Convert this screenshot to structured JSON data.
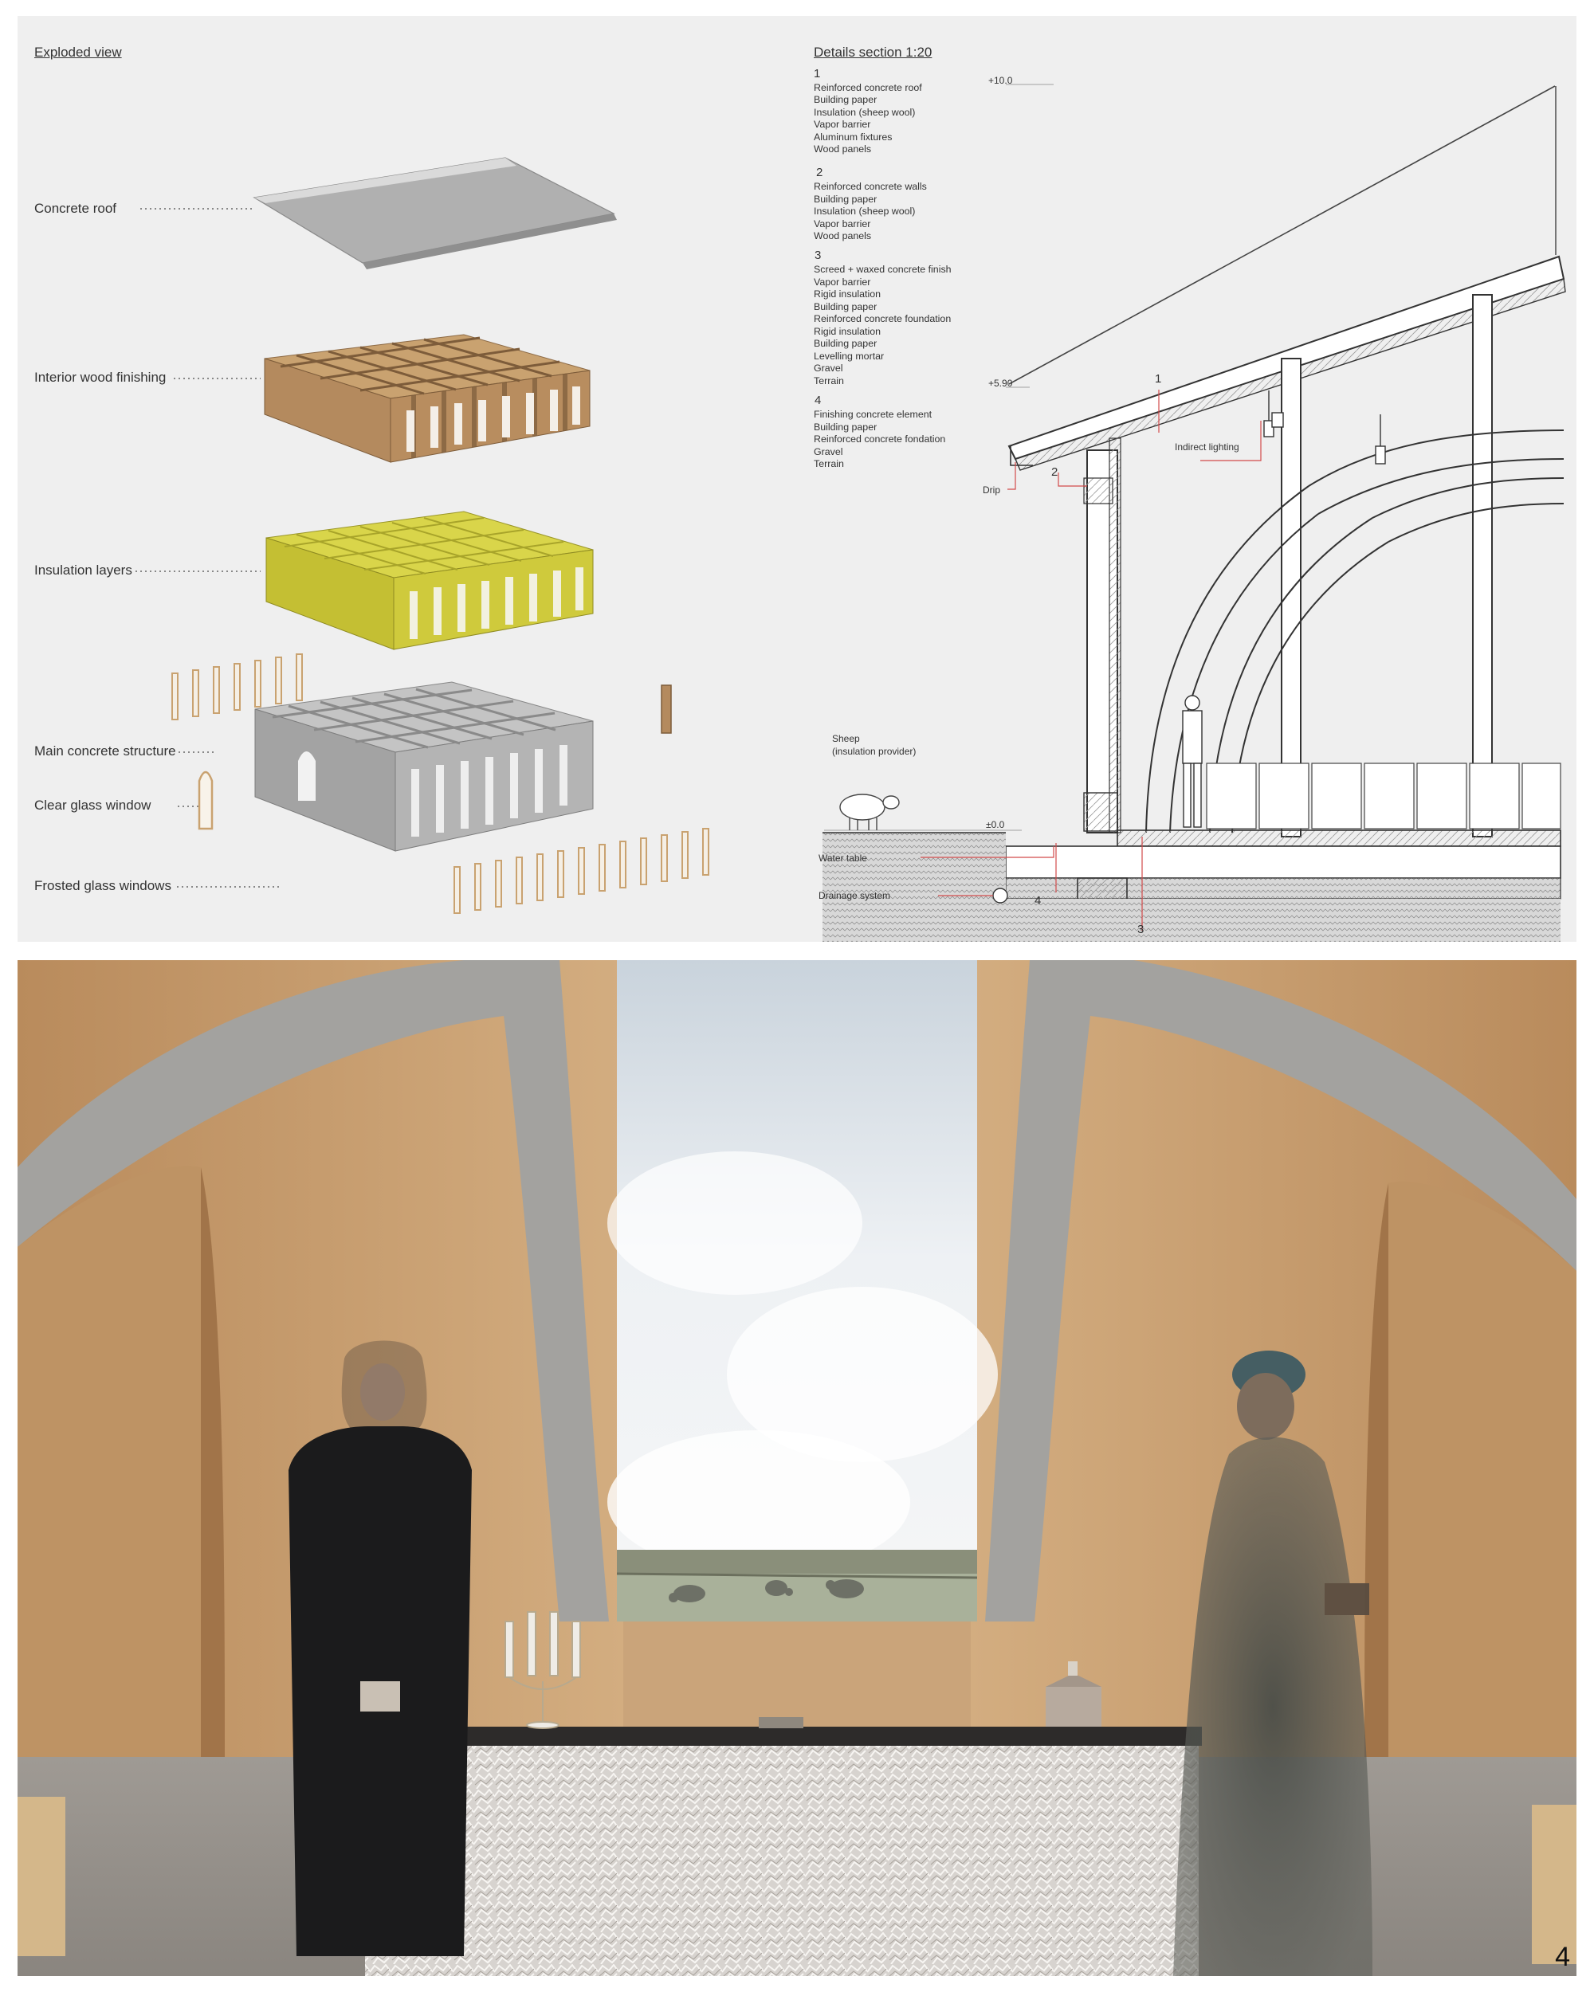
{
  "exploded": {
    "heading": "Exploded view",
    "labels": {
      "roof": "Concrete roof",
      "wood": "Interior wood finishing",
      "insulation": "Insulation layers",
      "structure": "Main concrete structure",
      "clear_window": "Clear glass window",
      "frosted_windows": "Frosted glass windows"
    }
  },
  "details": {
    "heading": "Details section 1:20",
    "groups": [
      {
        "num": "1",
        "lines": [
          "Reinforced concrete roof",
          "Building paper",
          "Insulation (sheep wool)",
          "Vapor barrier",
          "Aluminum fixtures",
          "Wood panels"
        ]
      },
      {
        "num": "2",
        "lines": [
          "Reinforced concrete walls",
          "Building paper",
          "Insulation (sheep wool)",
          "Vapor barrier",
          "Wood panels"
        ]
      },
      {
        "num": "3",
        "lines": [
          "Screed + waxed concrete finish",
          "Vapor barrier",
          "Rigid insulation",
          "Building paper",
          "Reinforced concrete foundation",
          "Rigid insulation",
          "Building paper",
          "Levelling mortar",
          "Gravel",
          "Terrain"
        ]
      },
      {
        "num": "4",
        "lines": [
          "Finishing concrete element",
          "Building paper",
          "Reinforced concrete fondation",
          "Gravel",
          "Terrain"
        ]
      }
    ]
  },
  "section": {
    "levels": {
      "top": "+10.0",
      "eave": "+5.90",
      "ground": "±0.0"
    },
    "labels": {
      "indirect_lighting": "Indirect lighting",
      "drip": "Drip",
      "sheep": "Sheep",
      "sheep_note": "(insulation provider)",
      "water_table": "Water table",
      "drainage": "Drainage system"
    },
    "callouts": {
      "c1": "1",
      "c2": "2",
      "c3": "3",
      "c4": "4"
    }
  },
  "page_number": "4",
  "colors": {
    "wood": "#b48a5e",
    "insulation": "#c9c434",
    "concrete": "#9e9e9e",
    "panel": "#efefef"
  }
}
